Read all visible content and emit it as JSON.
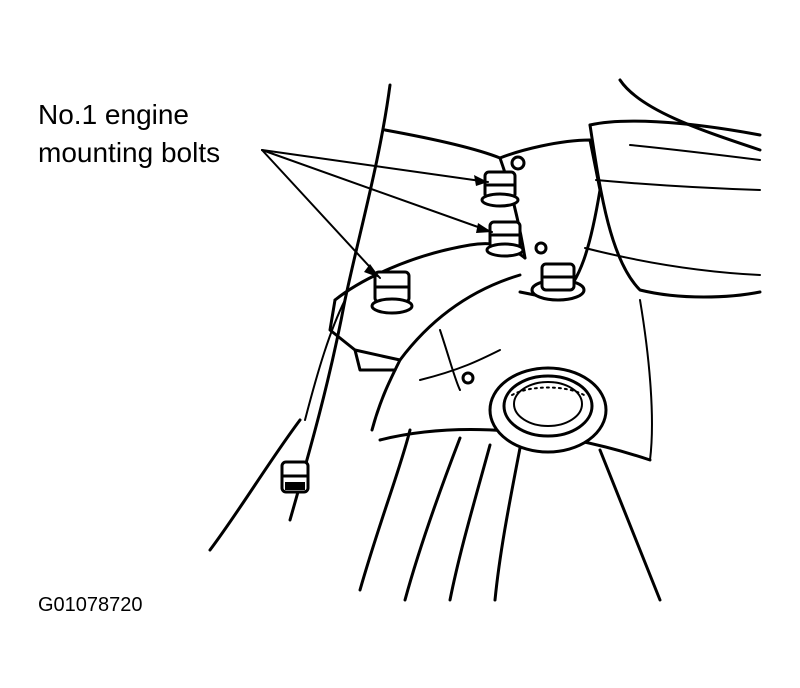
{
  "callout": {
    "line1": "No.1 engine",
    "line2": "mounting bolts"
  },
  "figure_code": "G01078720"
}
